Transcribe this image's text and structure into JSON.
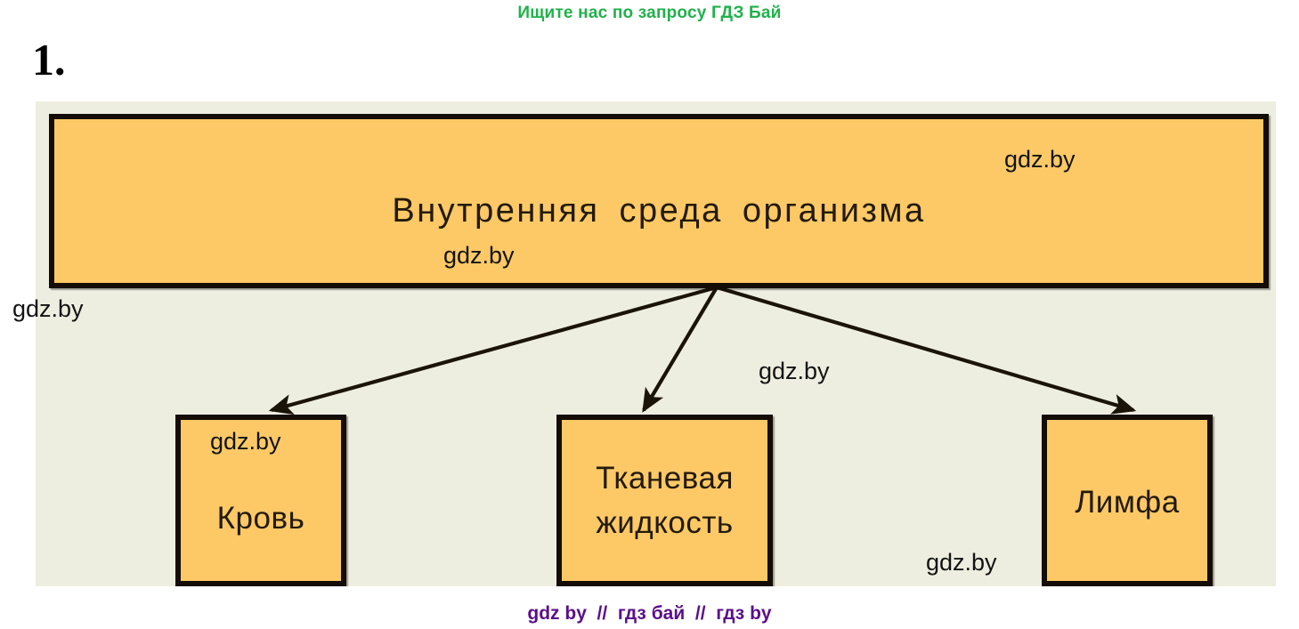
{
  "promo": {
    "text": "Ищите нас по запросу ГДЗ Бай",
    "color": "#22b14c"
  },
  "exercise": {
    "number": "1."
  },
  "diagram": {
    "title": "Внутренняя среда организма",
    "nodes": [
      {
        "id": "root",
        "label": "Внутренняя среда организма"
      },
      {
        "id": "blood",
        "label": "Кровь"
      },
      {
        "id": "tissue_fluid",
        "label_line1": "Тканевая",
        "label_line2": "жидкость"
      },
      {
        "id": "lymph",
        "label": "Лимфа"
      }
    ],
    "colors": {
      "panel_background": "#eeeee0",
      "box_fill": "#fcc966",
      "box_border": "#140d05",
      "text": "#231a0c"
    },
    "connectors": [
      {
        "from": "root",
        "to": "blood",
        "kind": "arrow"
      },
      {
        "from": "root",
        "to": "tissue_fluid",
        "kind": "arrow"
      },
      {
        "from": "root",
        "to": "lymph",
        "kind": "arrow"
      }
    ]
  },
  "watermarks": {
    "text": "gdz.by",
    "color": "#131313",
    "instances": [
      {
        "id": "root-right",
        "text": "gdz.by"
      },
      {
        "id": "root-left",
        "text": "gdz.by"
      },
      {
        "id": "middle",
        "text": "gdz.by"
      },
      {
        "id": "blood",
        "text": "gdz.by"
      },
      {
        "id": "bottom-right",
        "text": "gdz.by"
      },
      {
        "id": "outside-left",
        "text": "gdz.by"
      }
    ]
  },
  "footer": {
    "text": "gdz by  //  гдз бай  //  гдз by",
    "color": "#5b0f8b"
  }
}
